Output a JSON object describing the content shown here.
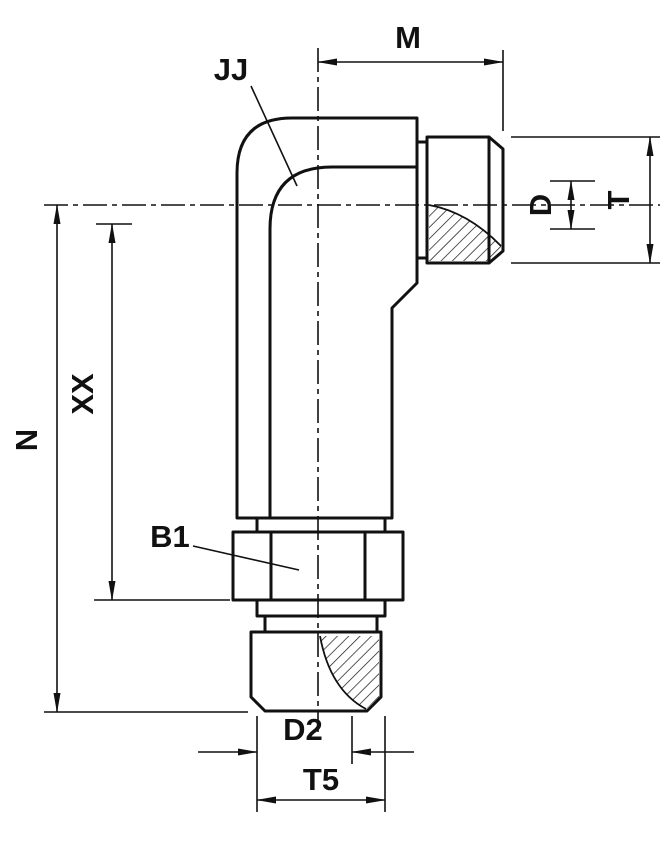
{
  "drawing": {
    "background": "#ffffff",
    "line_color": "#111111",
    "labels": {
      "m": "M",
      "jj": "JJ",
      "d": "D",
      "t": "T",
      "xx": "XX",
      "n": "N",
      "b1": "B1",
      "d2": "D2",
      "t5": "T5"
    }
  }
}
